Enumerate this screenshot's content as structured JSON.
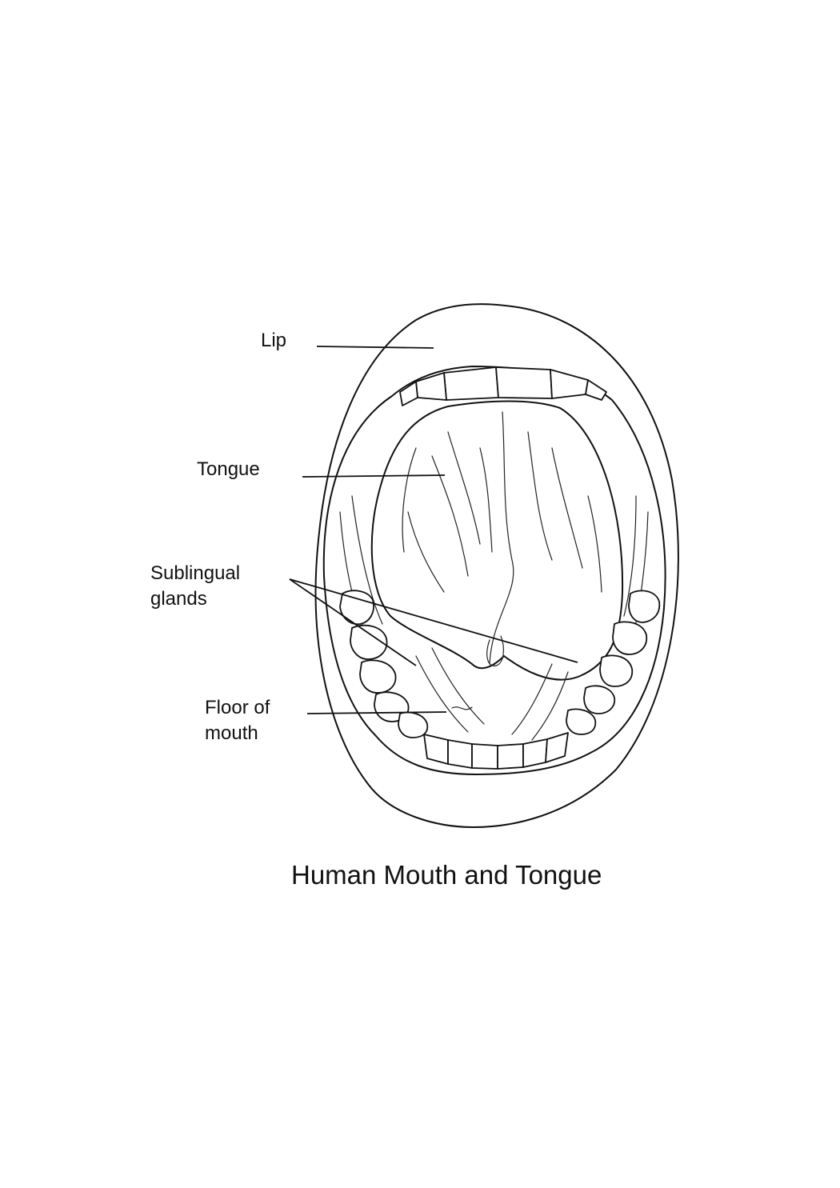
{
  "title": "Human Mouth and Tongue",
  "labels": {
    "lip": "Lip",
    "tongue": "Tongue",
    "sublingual_line1": "Sublingual",
    "sublingual_line2": "glands",
    "floor_line1": "Floor of",
    "floor_line2": "mouth"
  },
  "colors": {
    "ink": "#111111",
    "background": "#ffffff"
  }
}
